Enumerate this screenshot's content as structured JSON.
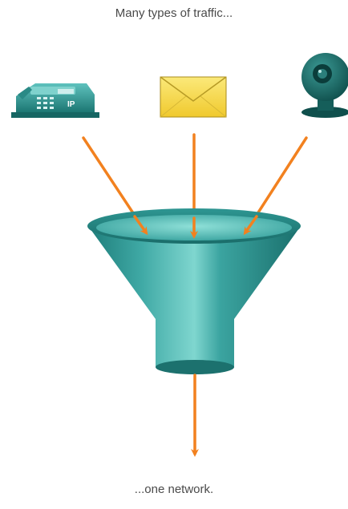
{
  "captions": {
    "top": "Many types of traffic...",
    "bottom": "...one network."
  },
  "icons": {
    "ip_phone_label": "IP",
    "phone": "ip-phone-icon",
    "email": "envelope-icon",
    "video": "webcam-icon",
    "funnel": "funnel-icon"
  },
  "colors": {
    "arrow": "#f2811f",
    "teal_dark": "#1f7c7c",
    "teal_mid": "#3aa6a3",
    "teal_light": "#6fcfc9",
    "envelope": "#f6d84a",
    "camera": "#1d6f6b"
  }
}
